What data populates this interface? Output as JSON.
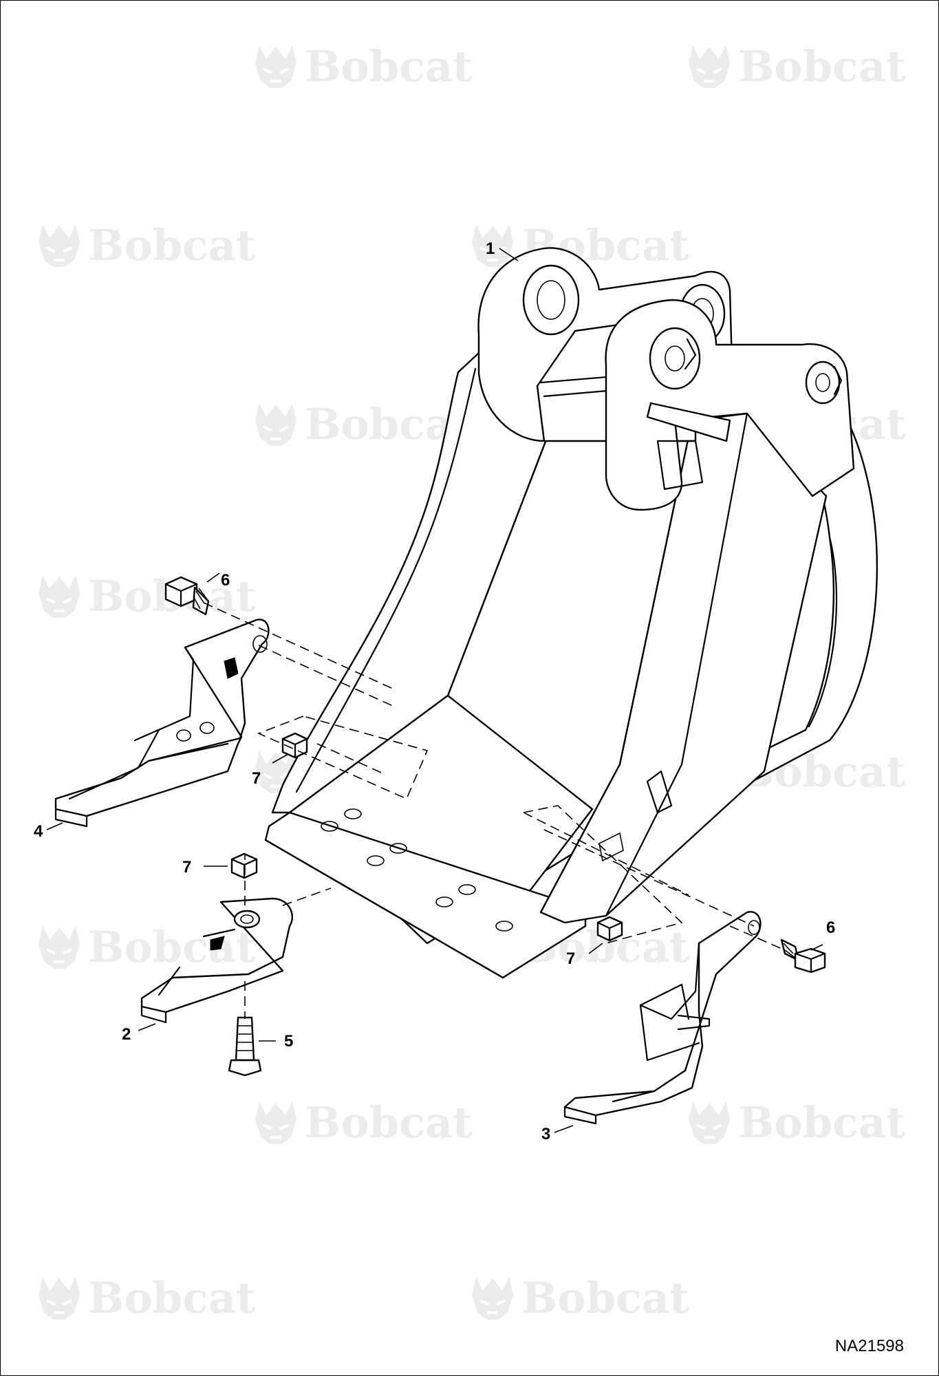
{
  "watermark": {
    "brand": "Bobcat",
    "mark": "®"
  },
  "callouts": [
    {
      "id": "c1",
      "label": "1"
    },
    {
      "id": "c2",
      "label": "2"
    },
    {
      "id": "c3",
      "label": "3"
    },
    {
      "id": "c4",
      "label": "4"
    },
    {
      "id": "c5",
      "label": "5"
    },
    {
      "id": "c6a",
      "label": "6"
    },
    {
      "id": "c6b",
      "label": "6"
    },
    {
      "id": "c7a",
      "label": "7"
    },
    {
      "id": "c7b",
      "label": "7"
    },
    {
      "id": "c7c",
      "label": "7"
    }
  ],
  "drawing_number": "NA21598"
}
